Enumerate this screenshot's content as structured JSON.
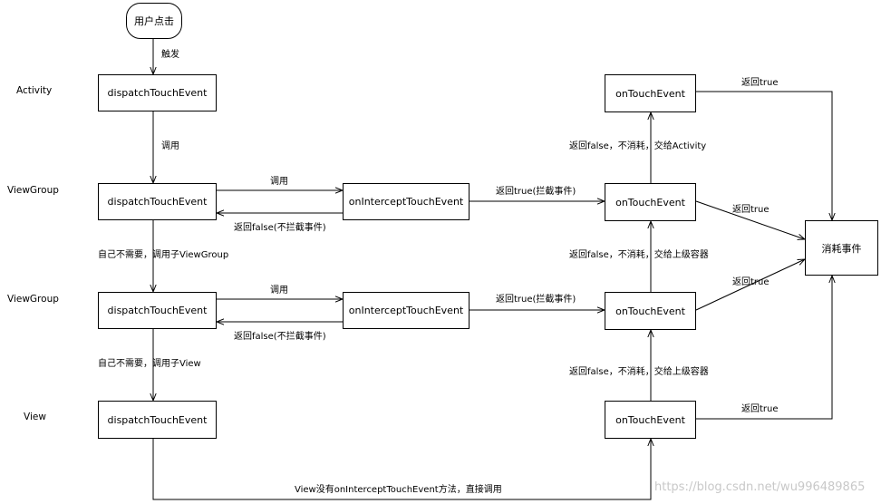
{
  "layers": {
    "activity": "Activity",
    "viewgroup1": "ViewGroup",
    "viewgroup2": "ViewGroup",
    "view": "View"
  },
  "nodes": {
    "user_click": "用户点击",
    "activity_dispatch": "dispatchTouchEvent",
    "vg1_dispatch": "dispatchTouchEvent",
    "vg2_dispatch": "dispatchTouchEvent",
    "view_dispatch": "dispatchTouchEvent",
    "vg1_intercept": "onInterceptTouchEvent",
    "vg2_intercept": "onInterceptTouchEvent",
    "activity_ontouch": "onTouchEvent",
    "vg1_ontouch": "onTouchEvent",
    "vg2_ontouch": "onTouchEvent",
    "view_ontouch": "onTouchEvent",
    "consume": "消耗事件"
  },
  "edges": {
    "trigger": "触发",
    "call_vg1": "调用",
    "vg1_to_intercept": "调用",
    "vg1_intercept_false": "返回false(不拦截事件)",
    "vg1_intercept_true": "返回true(拦截事件)",
    "vg1_to_vg2": "自己不需要，调用子ViewGroup",
    "vg2_to_intercept": "调用",
    "vg2_intercept_false": "返回false(不拦截事件)",
    "vg2_intercept_true": "返回true(拦截事件)",
    "vg2_to_view": "自己不需要，调用子View",
    "view_direct": "View没有onInterceptTouchEvent方法，直接调用",
    "vg1_ontouch_false": "返回false，不消耗，交给Activity",
    "vg2_ontouch_false": "返回false，不消耗，交给上级容器",
    "view_ontouch_false": "返回false，不消耗，交给上级容器",
    "activity_true": "返回true",
    "vg1_true": "返回true",
    "vg2_true": "返回true",
    "view_true": "返回true"
  },
  "watermark": "https://blog.csdn.net/wu996489865"
}
